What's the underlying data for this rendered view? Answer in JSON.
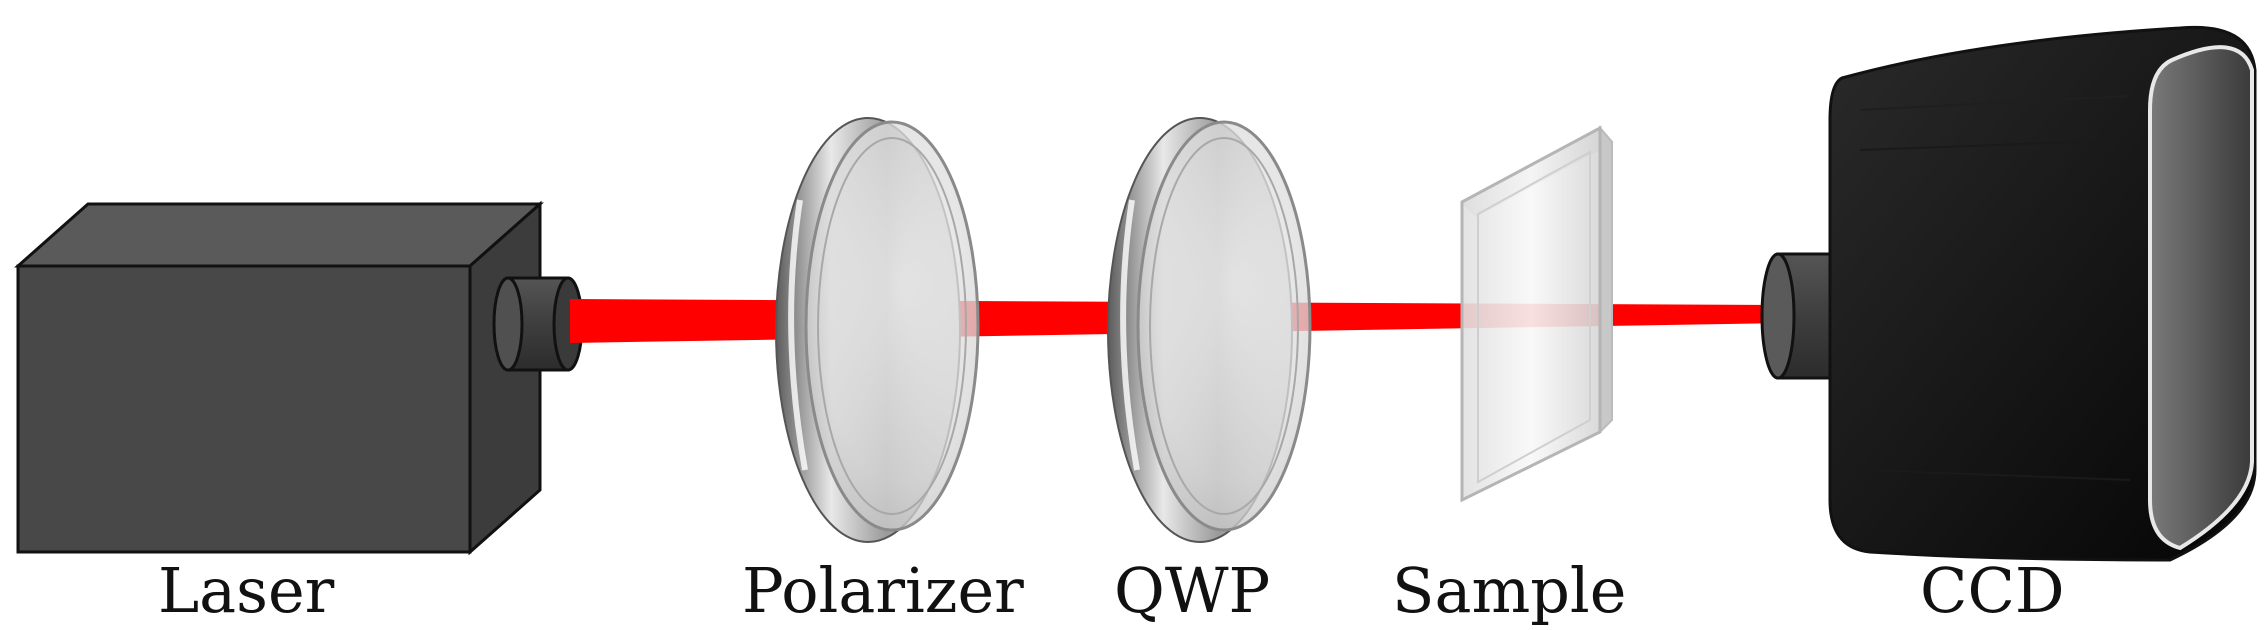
{
  "labels": {
    "laser": "Laser",
    "polarizer": "Polarizer",
    "qwp": "QWP",
    "sample": "Sample",
    "ccd": "CCD"
  },
  "colors": {
    "beam": "#ff0000",
    "laser_body": "#4a4a4a",
    "ccd_body": "#0b0b0b",
    "lens": "#dedede",
    "sample_glass": "#f2f2f2",
    "background": "#ffffff"
  }
}
